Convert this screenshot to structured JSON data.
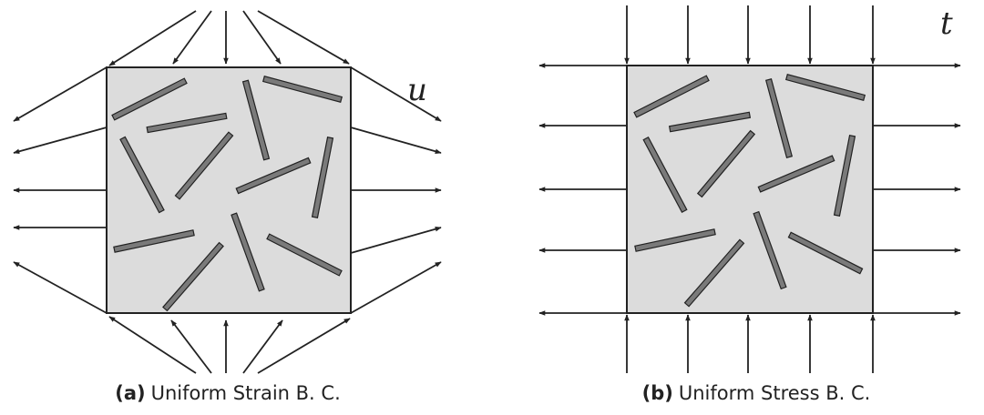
{
  "panels": [
    {
      "id": "a",
      "tag": "(a)",
      "caption": "Uniform Strain B. C.",
      "variable": "u",
      "boundary_condition": "strain",
      "colors": {
        "cell_fill": "#dcdcdc",
        "fiber_fill": "#7a7a7a",
        "stroke": "#222222"
      }
    },
    {
      "id": "b",
      "tag": "(b)",
      "caption": "Uniform Stress B. C.",
      "variable": "t",
      "boundary_condition": "stress",
      "colors": {
        "cell_fill": "#dcdcdc",
        "fiber_fill": "#7a7a7a",
        "stroke": "#222222"
      }
    }
  ]
}
